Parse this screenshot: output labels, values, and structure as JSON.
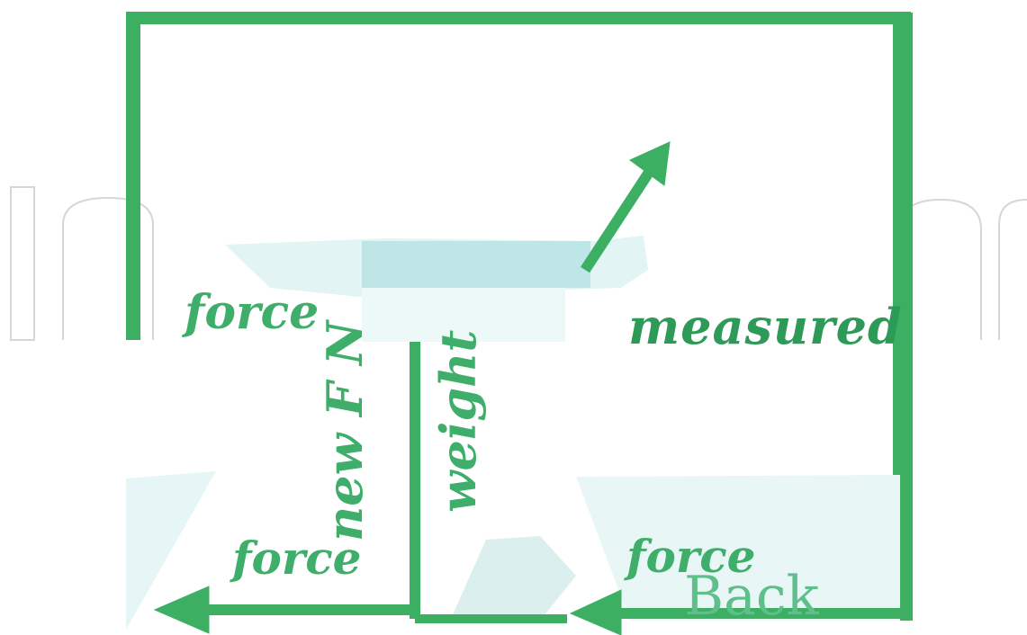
{
  "labels": {
    "force_left": "force",
    "force_bottom": "force",
    "force_right": "force",
    "back": "Back",
    "measured": "measured",
    "new": "new F N",
    "weight": "weight"
  },
  "colors": {
    "line": "#3caf62",
    "fill": "#bfe6e6",
    "text": "#3fae6a",
    "watermark": "#d8d8d8"
  }
}
